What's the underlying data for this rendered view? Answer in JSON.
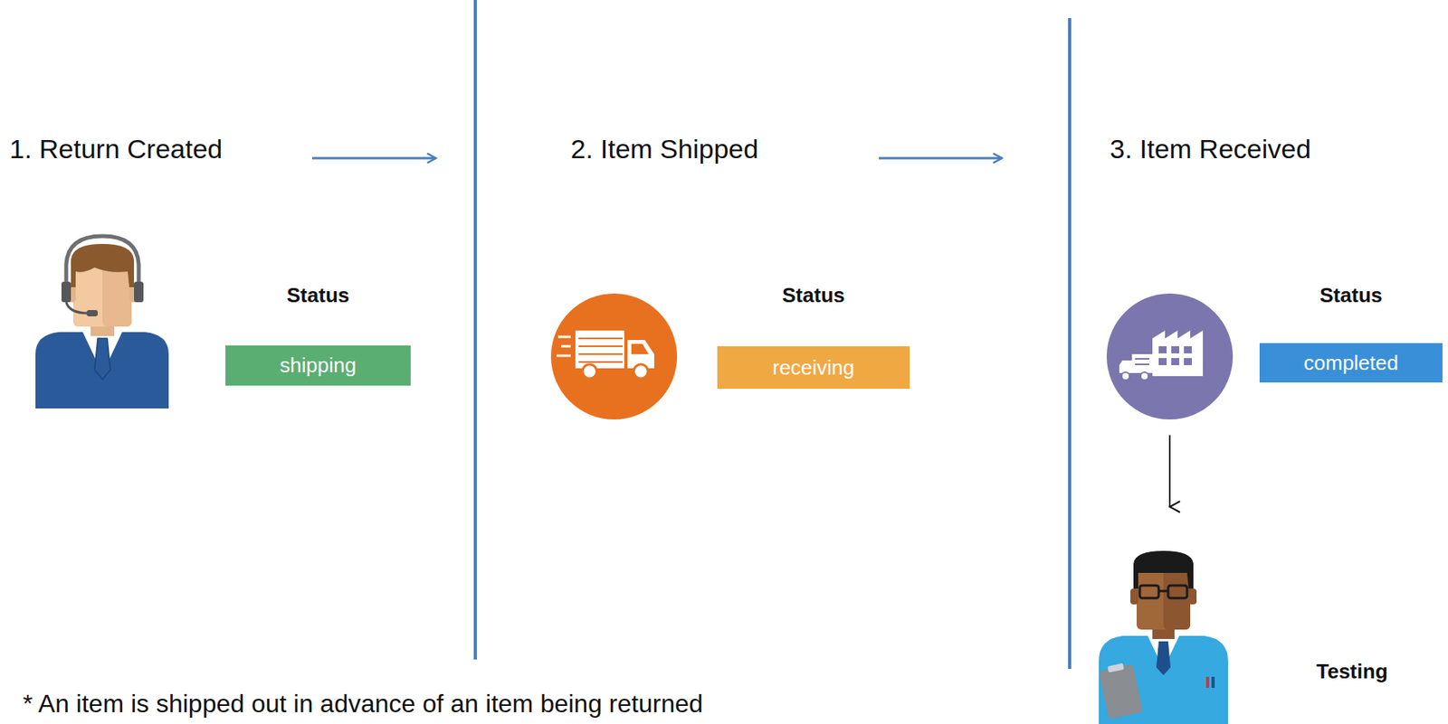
{
  "diagram": {
    "nodes": [
      {
        "text": [
          "Status",
          "shipping"
        ]
      },
      {
        "text": [
          "Status",
          "receiving"
        ]
      },
      {
        "text": [
          "Status",
          "completed"
        ]
      }
    ],
    "labels": [
      "1. Return Created",
      "2. Item Shipped",
      "3. Item Received",
      "Testing",
      "* An item is shipped out in advance of an item being returned"
    ]
  }
}
